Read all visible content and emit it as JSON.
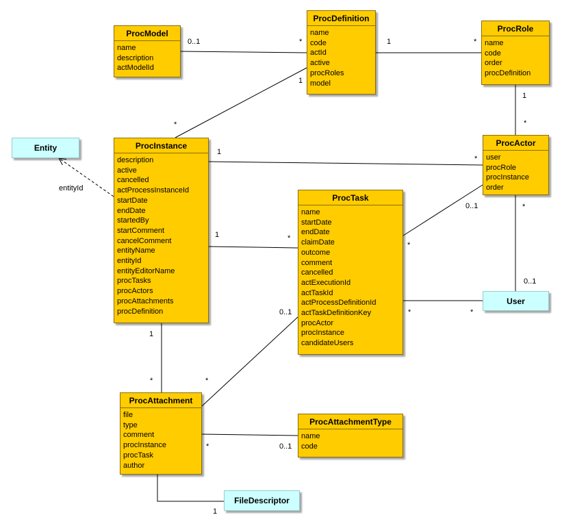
{
  "classes": {
    "proc_model": {
      "name": "ProcModel",
      "attrs": [
        "name",
        "description",
        "actModelId"
      ]
    },
    "proc_definition": {
      "name": "ProcDefinition",
      "attrs": [
        "name",
        "code",
        "actId",
        "active",
        "procRoles",
        "model"
      ]
    },
    "proc_role": {
      "name": "ProcRole",
      "attrs": [
        "name",
        "code",
        "order",
        "procDefinition"
      ]
    },
    "proc_instance": {
      "name": "ProcInstance",
      "attrs": [
        "description",
        "active",
        "cancelled",
        "actProcessInstanceId",
        "startDate",
        "endDate",
        "startedBy",
        "startComment",
        "cancelComment",
        "entityName",
        "entityId",
        "entityEditorName",
        "procTasks",
        "procActors",
        "procAttachments",
        "procDefinition"
      ]
    },
    "proc_actor": {
      "name": "ProcActor",
      "attrs": [
        "user",
        "procRole",
        "procInstance",
        "order"
      ]
    },
    "proc_task": {
      "name": "ProcTask",
      "attrs": [
        "name",
        "startDate",
        "endDate",
        "claimDate",
        "outcome",
        "comment",
        "cancelled",
        "actExecutionId",
        "actTaskId",
        "actProcessDefinitionId",
        "actTaskDefinitionKey",
        "procActor",
        "procInstance",
        "candidateUsers"
      ]
    },
    "proc_attachment": {
      "name": "ProcAttachment",
      "attrs": [
        "file",
        "type",
        "comment",
        "procInstance",
        "procTask",
        "author"
      ]
    },
    "proc_attachment_type": {
      "name": "ProcAttachmentType",
      "attrs": [
        "name",
        "code"
      ]
    }
  },
  "external": {
    "entity": "Entity",
    "user": "User",
    "file_descriptor": "FileDescriptor"
  },
  "labels": {
    "model_def_model": "0..1",
    "model_def_def": "*",
    "def_role_def": "1",
    "def_role_role": "*",
    "def_inst_def": "1",
    "def_inst_inst": "*",
    "role_actor_role": "1",
    "role_actor_actor": "*",
    "inst_actor_inst": "1",
    "inst_actor_actor": "*",
    "entity_id": "entityId",
    "inst_task_inst": "1",
    "inst_task_task": "*",
    "actor_task_actor": "0..1",
    "actor_task_task": "*",
    "actor_user_actor": "*",
    "actor_user_user": "0..1",
    "task_user_task": "*",
    "task_user_user": "*",
    "inst_att_inst": "1",
    "inst_att_att": "*",
    "task_att_task": "0..1",
    "task_att_att": "*",
    "att_type_att": "*",
    "att_type_type": "0..1",
    "att_file_file": "1"
  },
  "colors": {
    "class_fill": "#ffcc00",
    "external_fill": "#ccffff",
    "line": "#000000"
  }
}
